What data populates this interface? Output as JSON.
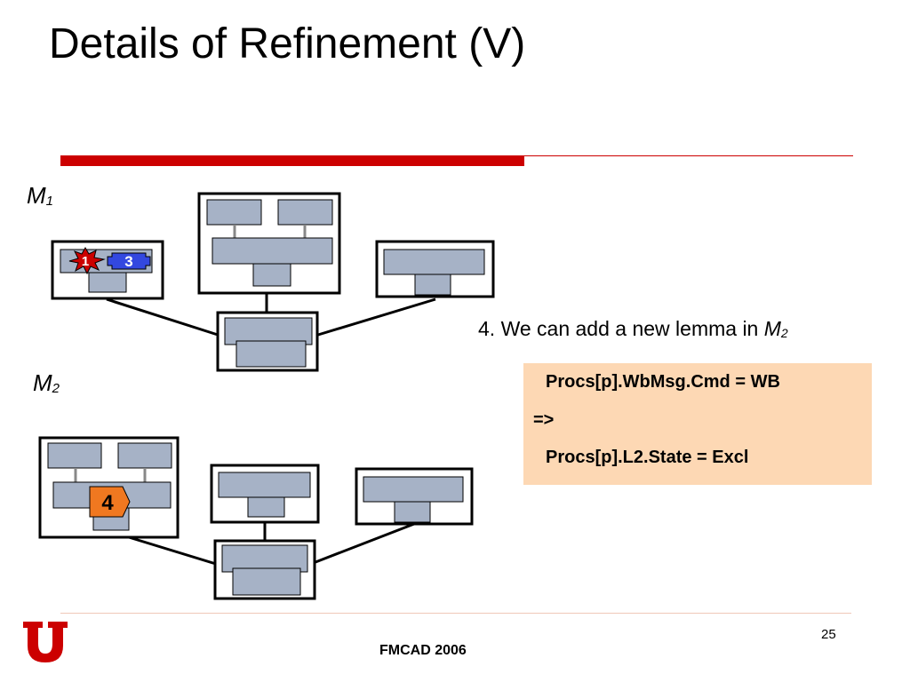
{
  "slide": {
    "title": "Details of Refinement (V)",
    "m1_label": "M",
    "m1_sub": "1",
    "m2_label": "M",
    "m2_sub": "2",
    "description_prefix": "4. We can add a new lemma in ",
    "description_m": "M",
    "description_sub": "2",
    "lemma": {
      "line1": "Procs[p].WbMsg.Cmd = WB",
      "line2": "=>",
      "line3": "Procs[p].L2.State = Excl"
    },
    "badges": {
      "star_number": "1",
      "blue_number": "3",
      "orange_number": "4"
    },
    "page_number": "25",
    "footer": "FMCAD 2006"
  },
  "colors": {
    "accent_red": "#cc0000",
    "box_fill": "#a6b2c6",
    "lemma_bg": "#fdd8b4",
    "badge_blue": "#3348e0",
    "badge_orange": "#f07820"
  },
  "icons": {
    "logo": "university-of-utah-u-logo",
    "star": "red-explosion-star-icon"
  }
}
